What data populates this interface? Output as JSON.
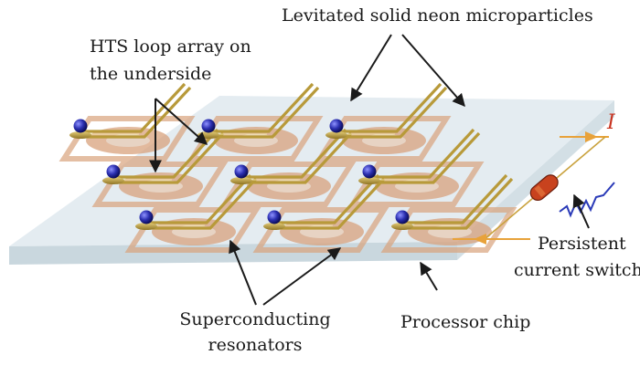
{
  "labels": {
    "microparticles": "Levitated solid neon microparticles",
    "hts_line1": "HTS loop array on",
    "hts_line2": "the underside",
    "resonators_line1": "Superconducting",
    "resonators_line2": "resonators",
    "processor": "Processor chip",
    "switch_line1": "Persistent",
    "switch_line2": "current switch",
    "current": "I"
  },
  "colors": {
    "chip_face": "#dfe9ee",
    "chip_edge": "#c9d7de",
    "loop_copper": "#d8a27c",
    "resonator_gold": "#b89a3a",
    "particle_blue": "#2b2fb0",
    "wire_orange": "#e8a23a",
    "switch_red": "#c8421e",
    "arrow_black": "#1a1a1a",
    "resistor_blue": "#2a3ab8"
  },
  "icons": {
    "particle": "blue-sphere-icon",
    "switch": "heater-resistor-icon",
    "arrow": "pointer-arrow-icon"
  },
  "grid": {
    "rows": 3,
    "cols": 3
  }
}
